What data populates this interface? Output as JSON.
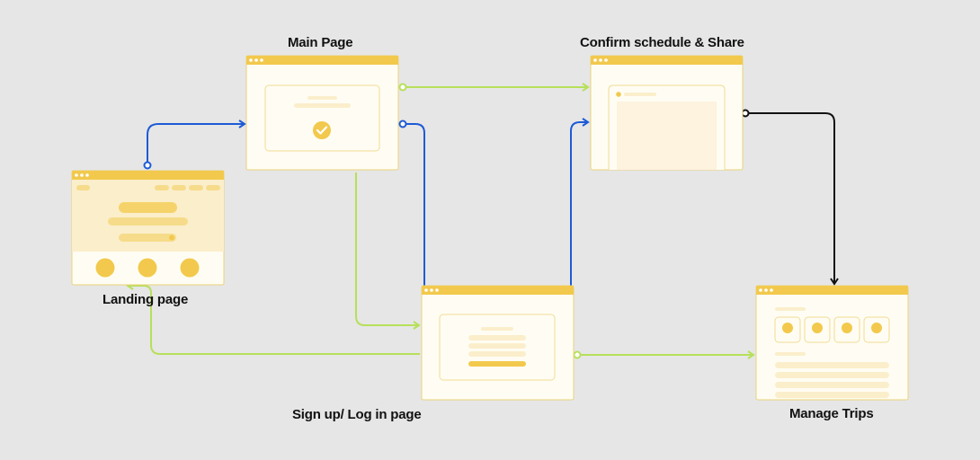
{
  "diagram": {
    "type": "user-flow",
    "colors": {
      "background": "#e6e6e6",
      "window_bar": "#f2c94c",
      "window_body": "#fffdf3",
      "window_border": "#ebd27a",
      "placeholder_light": "#fbeecb",
      "placeholder": "#f6dc8a",
      "accent": "#f2c94c",
      "edge_blue": "#1d5bd6",
      "edge_green": "#b6e05a",
      "edge_black": "#111111"
    },
    "nodes": [
      {
        "id": "landing",
        "label": "Landing page",
        "mockup": "landing-page-mockup"
      },
      {
        "id": "main",
        "label": "Main Page",
        "mockup": "main-page-mockup"
      },
      {
        "id": "signup",
        "label": "Sign up/ Log in page",
        "mockup": "signup-mockup"
      },
      {
        "id": "confirm",
        "label": "Confirm schedule & Share",
        "mockup": "confirm-mockup"
      },
      {
        "id": "manage",
        "label": "Manage Trips",
        "mockup": "manage-trips-mockup"
      }
    ],
    "edges": [
      {
        "from": "landing",
        "to": "main",
        "color": "blue"
      },
      {
        "from": "main",
        "to": "signup",
        "color": "blue"
      },
      {
        "from": "signup",
        "to": "confirm",
        "color": "blue"
      },
      {
        "from": "main",
        "to": "confirm",
        "color": "green"
      },
      {
        "from": "main",
        "to": "signup",
        "color": "green"
      },
      {
        "from": "signup",
        "to": "landing",
        "color": "green"
      },
      {
        "from": "signup",
        "to": "manage",
        "color": "green"
      },
      {
        "from": "confirm",
        "to": "manage",
        "color": "black"
      }
    ]
  }
}
